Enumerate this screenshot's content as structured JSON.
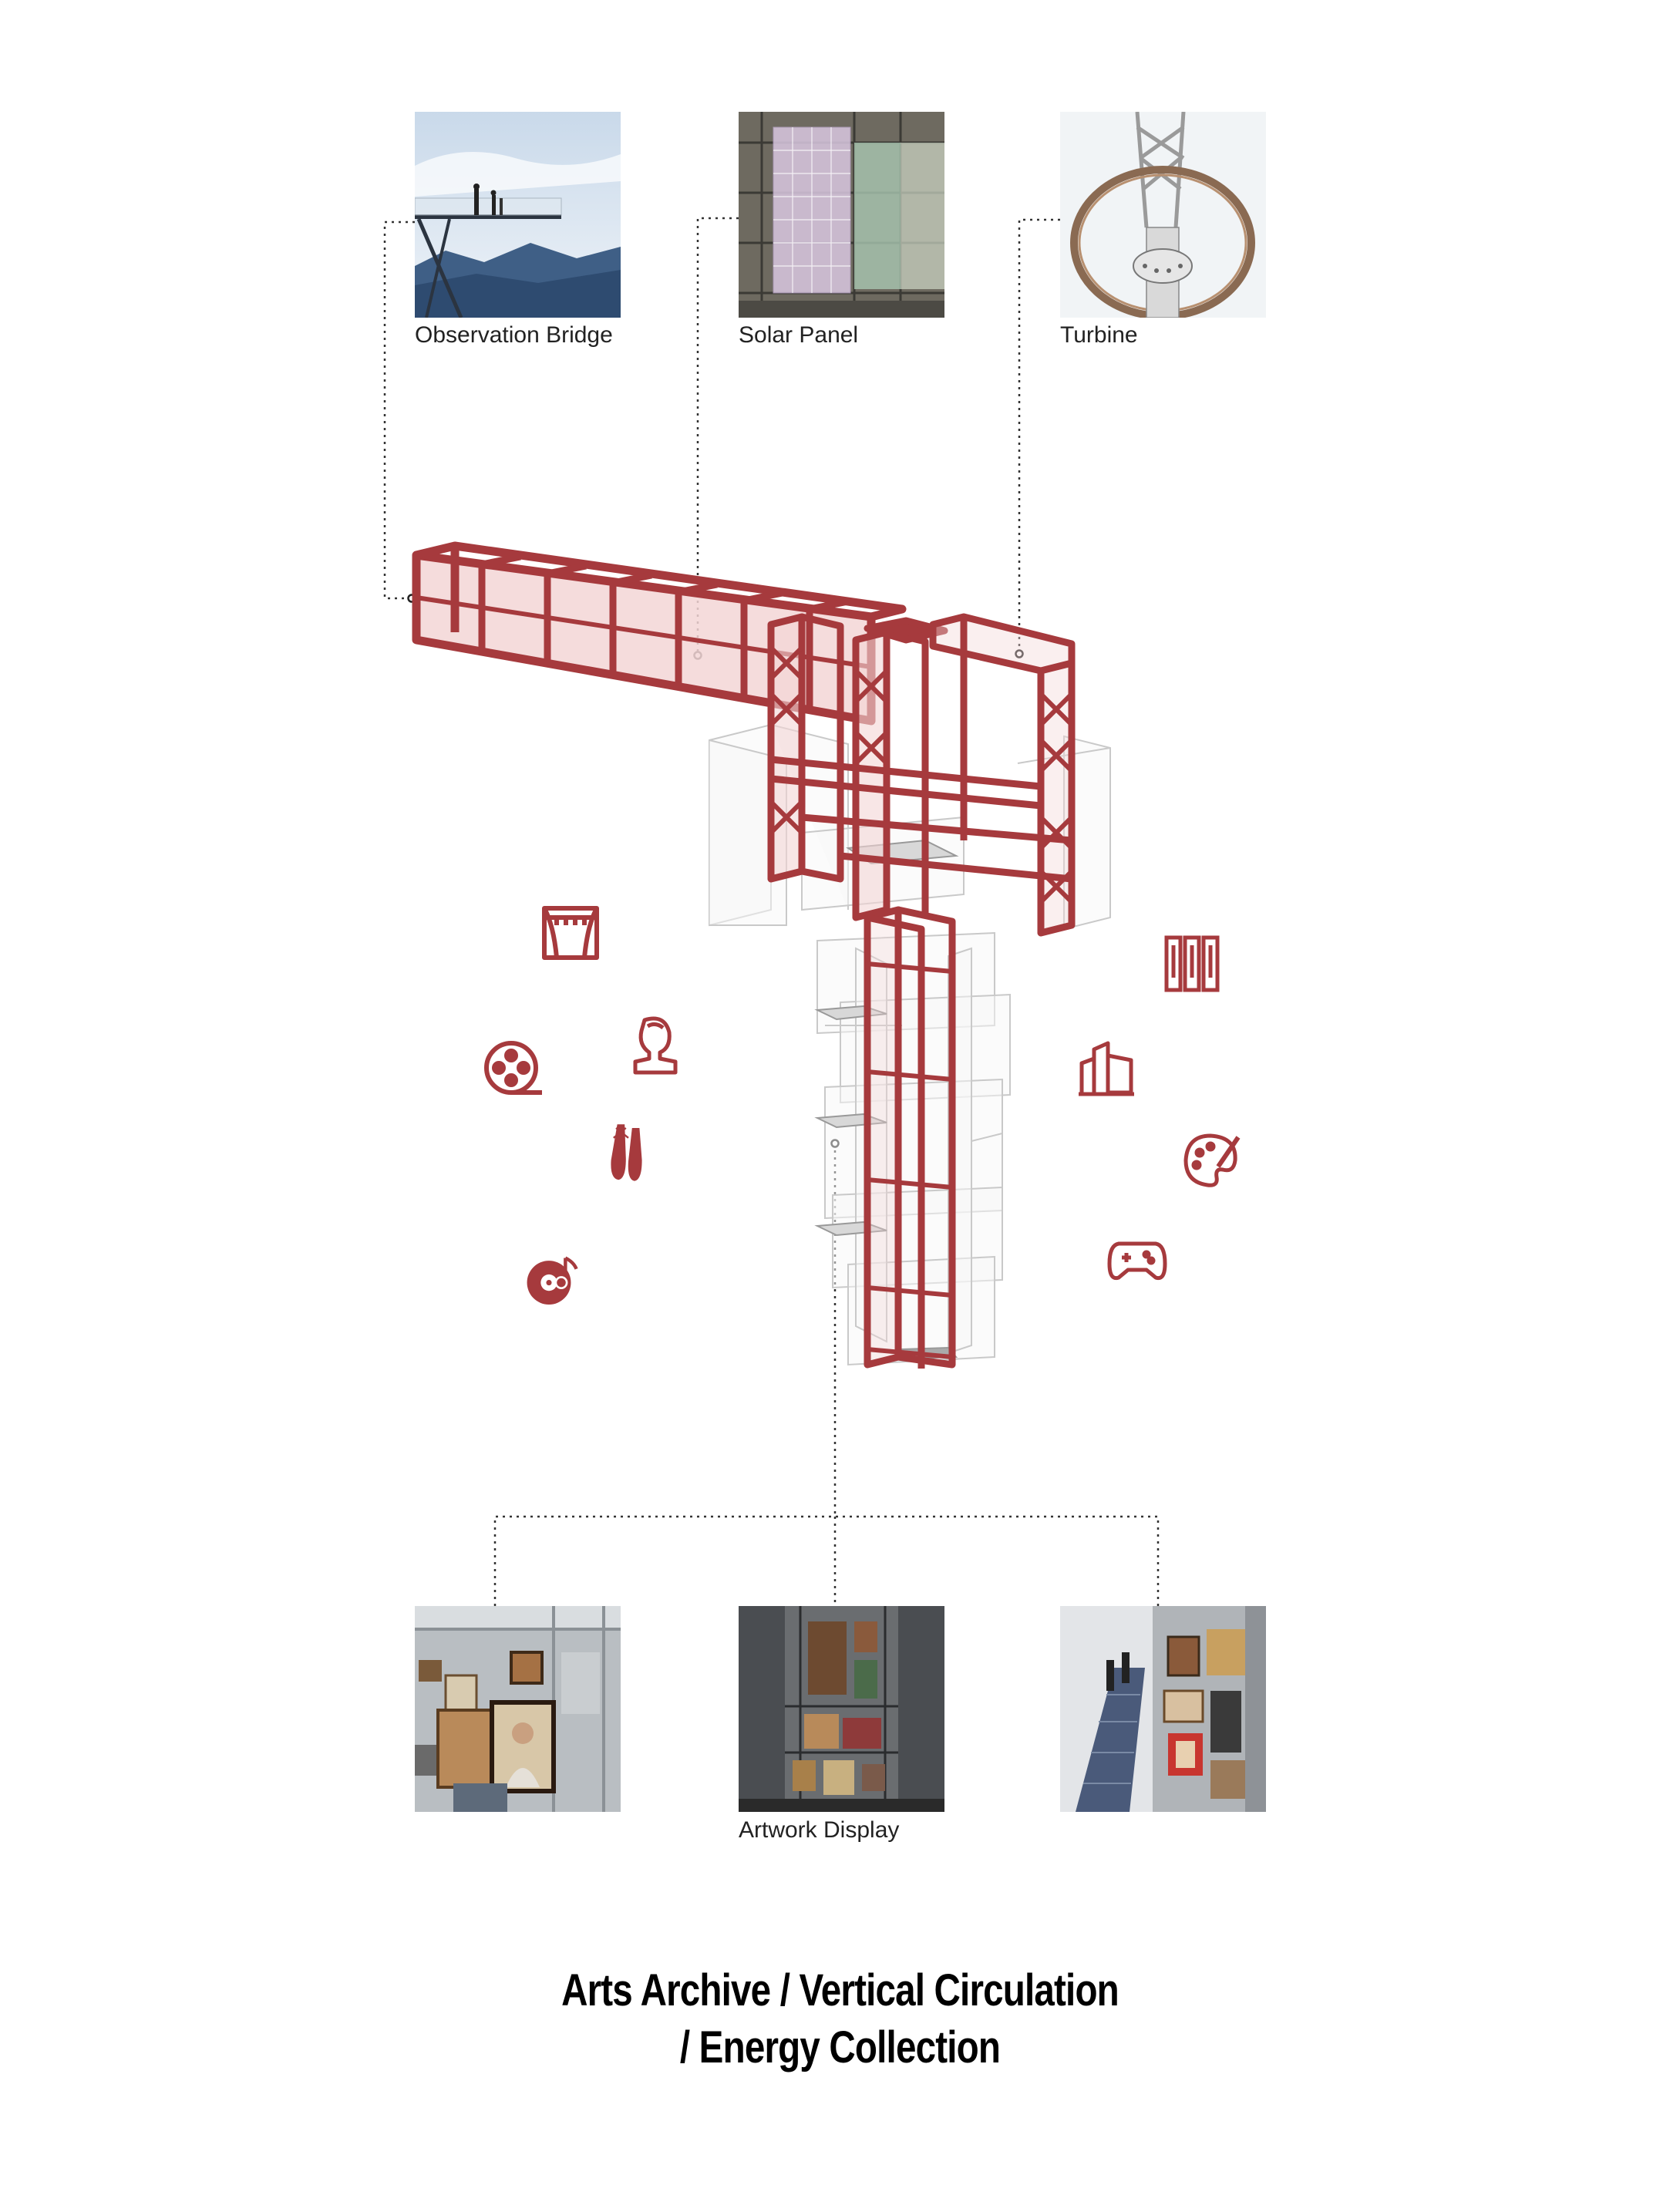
{
  "top_photos": [
    {
      "caption": "Observation Bridge",
      "subject": "cantilevered-viewing-platform"
    },
    {
      "caption": "Solar Panel",
      "subject": "facade-solar-panels"
    },
    {
      "caption": "Turbine",
      "subject": "vertical-wind-turbine"
    }
  ],
  "bottom_photos": [
    {
      "caption": "",
      "subject": "gallery-wall"
    },
    {
      "caption": "Artwork Display",
      "subject": "atrium-artwork-tower"
    },
    {
      "caption": "",
      "subject": "escalator-gallery"
    }
  ],
  "left_icons": [
    "theater-curtain-icon",
    "film-reel-icon",
    "sculpture-bust-icon",
    "ballet-shoes-icon",
    "music-record-icon"
  ],
  "right_icons": [
    "library-books-icon",
    "architecture-icon",
    "painting-palette-icon",
    "game-controller-icon"
  ],
  "title": {
    "line1": "Arts Archive / Vertical Circulation",
    "line2": "/ Energy Collection"
  },
  "colors": {
    "accent": "#a63a3d",
    "accent_fill": "#f3d6d6",
    "ghost": "#c9c9c9",
    "leader": "#333333"
  }
}
